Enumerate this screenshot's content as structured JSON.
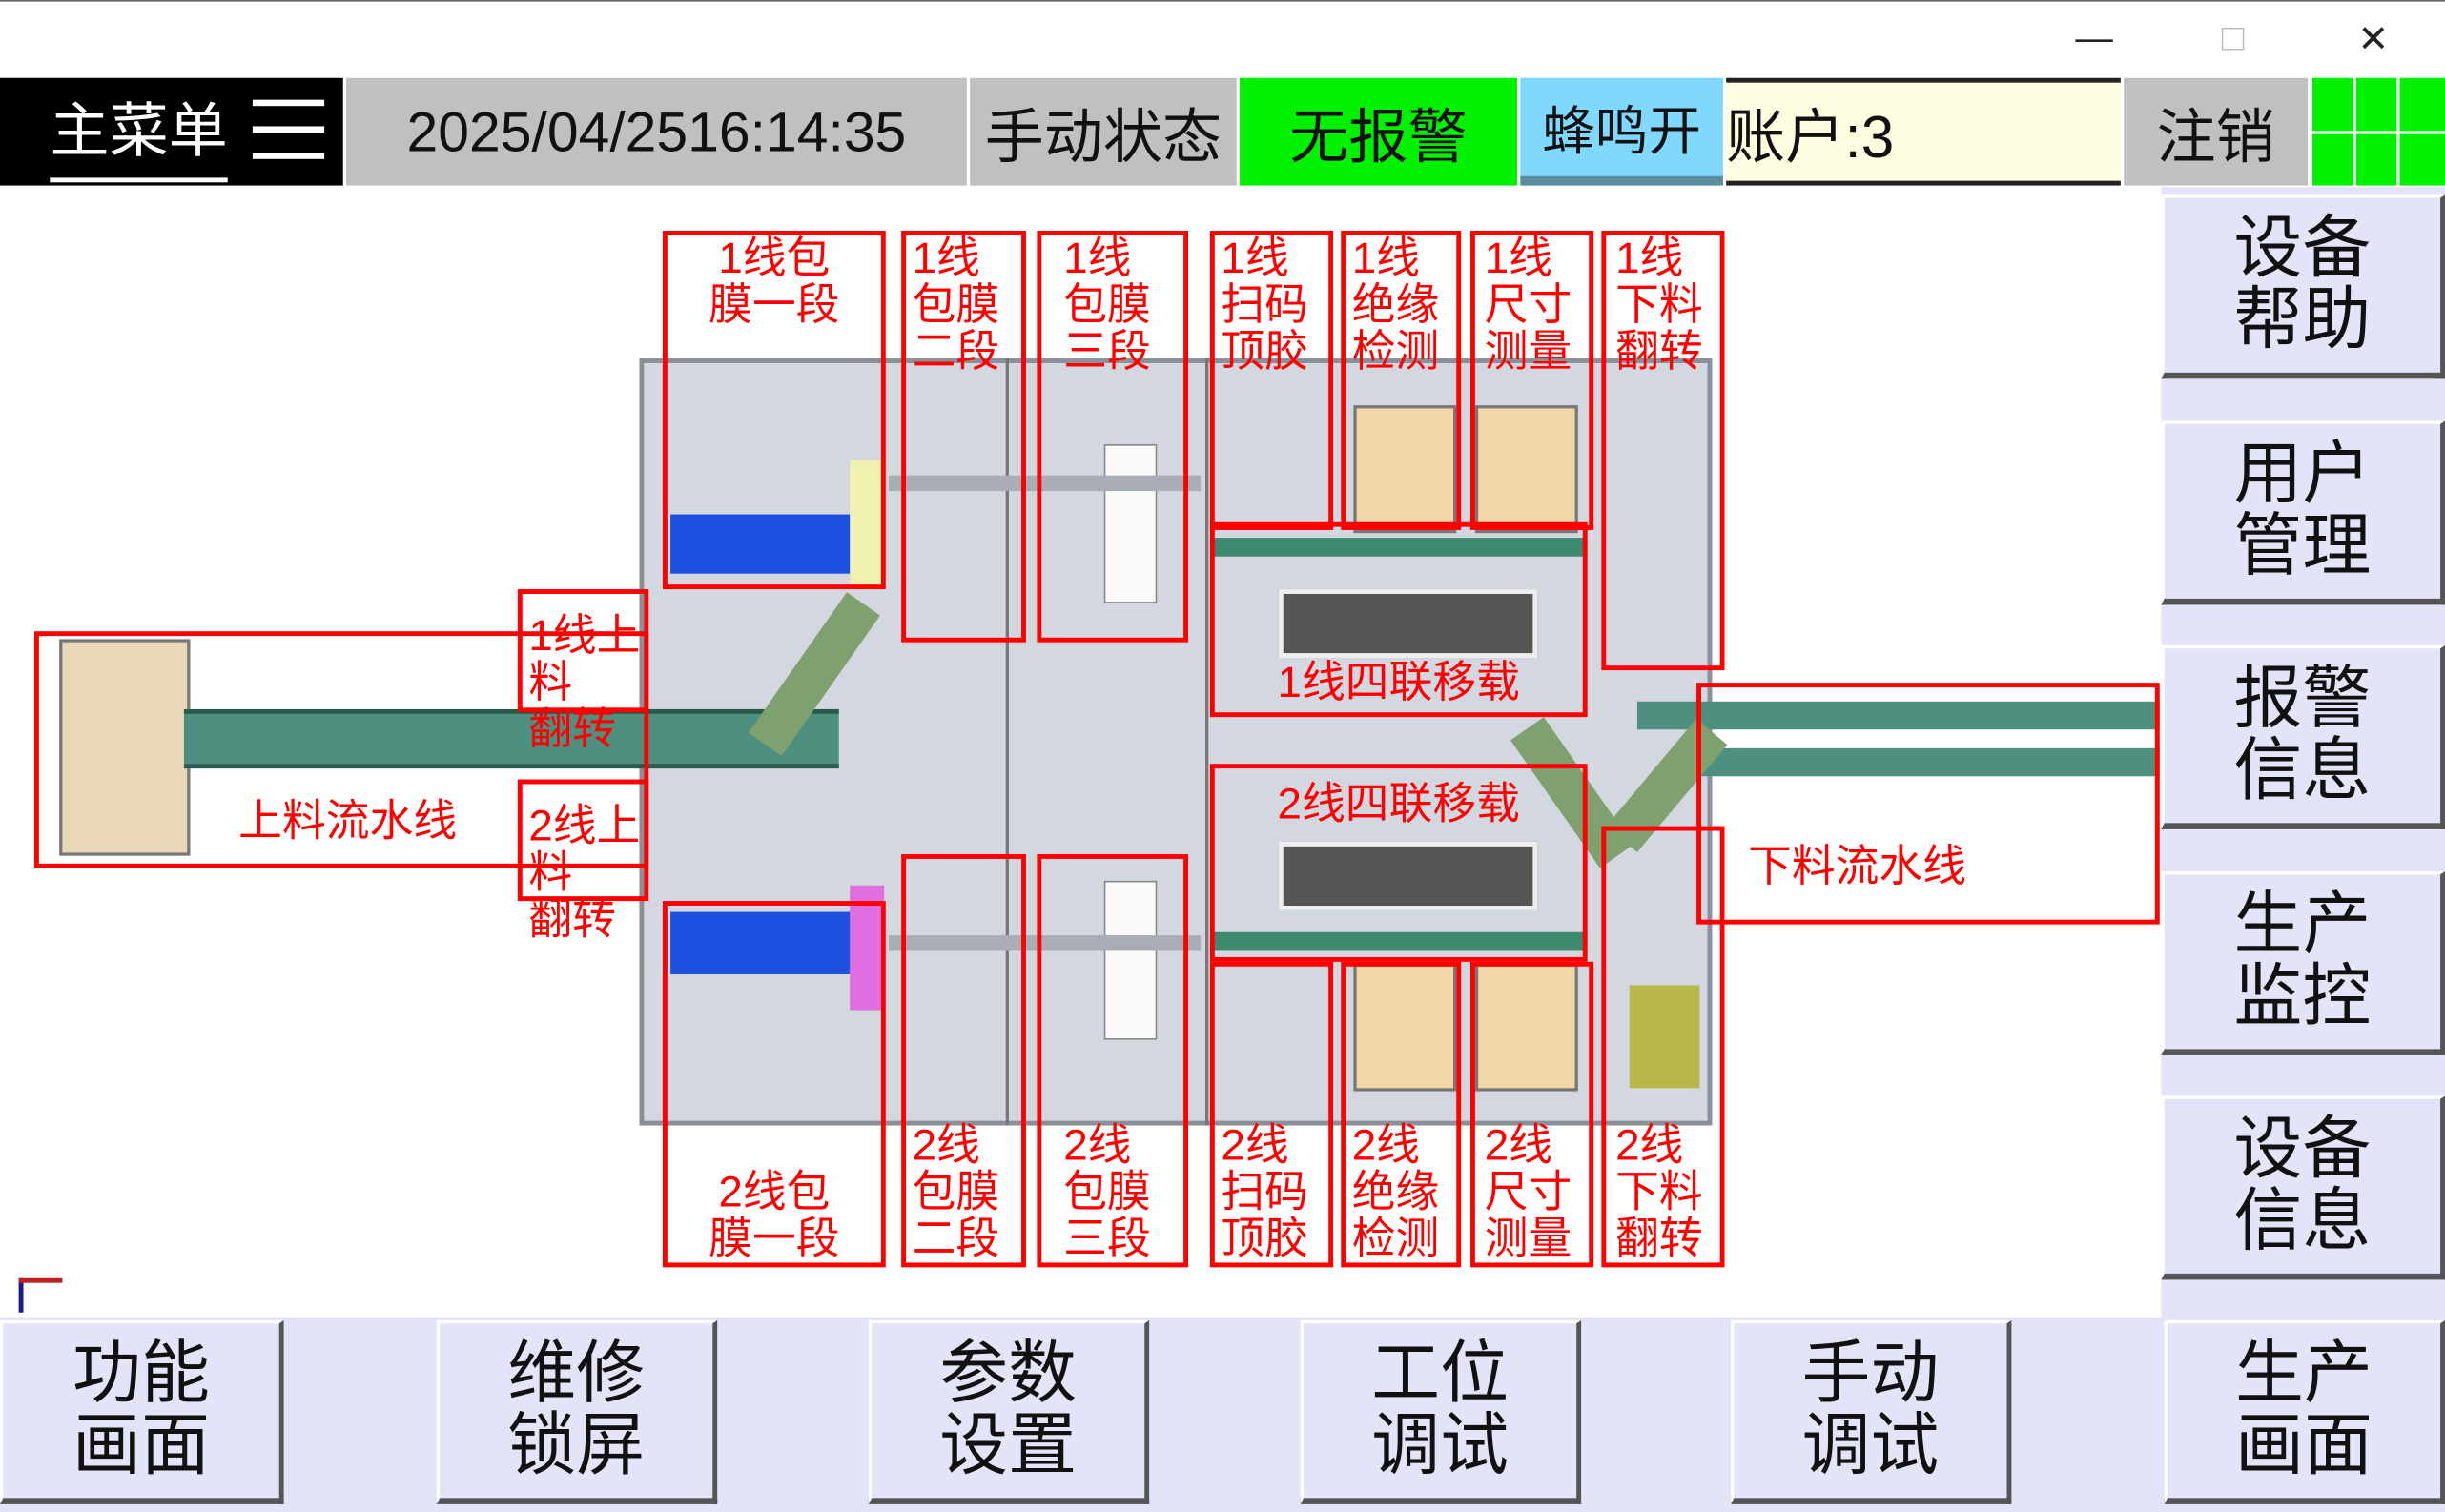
{
  "window": {
    "minimize": "—",
    "maximize": "□",
    "close": "✕"
  },
  "header": {
    "main_menu": "主菜单",
    "datetime": "2025/04/2516:14:35",
    "mode": "手动状态",
    "alarm": "无报警",
    "buzzer": "蜂鸣开",
    "account": "账户:3",
    "logout": "注销"
  },
  "colors": {
    "alarm_ok": "#00f000",
    "buzzer": "#80d8ff",
    "account_bg": "#fffde0",
    "label": "#ff0000"
  },
  "side_buttons": [
    {
      "label": "设备\n帮助"
    },
    {
      "label": "用户\n管理"
    },
    {
      "label": "报警\n信息"
    },
    {
      "label": "生产\n监控"
    },
    {
      "label": "设备\n信息"
    }
  ],
  "bottom_buttons": [
    {
      "label": "功能\n画面"
    },
    {
      "label": "维修\n锁屏"
    },
    {
      "label": "参数\n设置"
    },
    {
      "label": "工位\n调试"
    },
    {
      "label": "手动\n调试"
    },
    {
      "label": "生产\n画面"
    }
  ],
  "stations": {
    "l1_wrap1": "1线包\n膜一段",
    "l1_wrap2": "1线\n包膜\n二段",
    "l1_wrap3": "1线\n包膜\n三段",
    "l1_scan": "1线\n扫码\n顶胶",
    "l1_insul": "1线\n绝缘\n检测",
    "l1_size": "1线\n尺寸\n测量",
    "l1_unload_flip": "1线\n下料\n翻转",
    "l1_transfer": "1线四联移载",
    "l1_load_flip": "1线上料\n翻转",
    "load_line": "上料流水线",
    "l2_load_flip": "2线上料\n翻转",
    "l2_transfer": "2线四联移载",
    "unload_line": "下料流水线",
    "l2_wrap1": "2线包\n膜一段",
    "l2_wrap2": "2线\n包膜\n二段",
    "l2_wrap3": "2线\n包膜\n三段",
    "l2_scan": "2线\n扫码\n顶胶",
    "l2_insul": "2线\n绝缘\n检测",
    "l2_size": "2线\n尺寸\n测量",
    "l2_unload_flip": "2线\n下料\n翻转"
  }
}
